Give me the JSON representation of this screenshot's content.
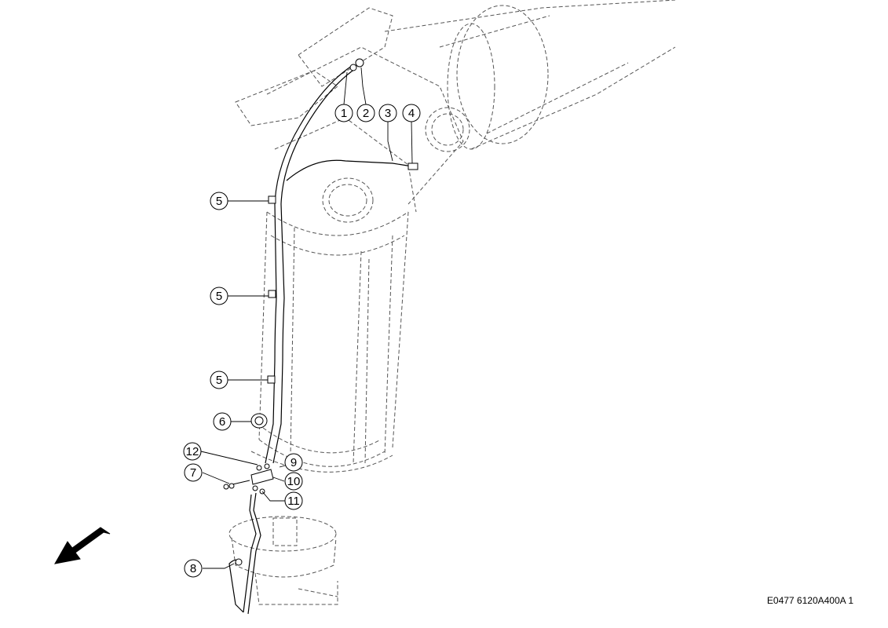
{
  "drawing_code": "E0477 6120A400A 1",
  "callouts": [
    "1",
    "2",
    "3",
    "4",
    "5",
    "5",
    "5",
    "6",
    "12",
    "9",
    "7",
    "10",
    "11",
    "8"
  ],
  "colors": {
    "line": "#000000",
    "ghost": "#555555",
    "background": "#ffffff"
  },
  "icons": {
    "direction": "arrow-icon"
  }
}
